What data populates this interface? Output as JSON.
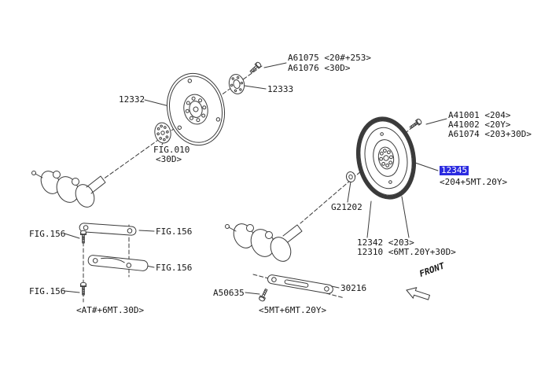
{
  "colors": {
    "line": "#3a3a3a",
    "text": "#161616",
    "highlight_bg": "#2b2be0",
    "highlight_text": "#ffffff"
  },
  "labels": {
    "a61075": "A61075 <20#+253>",
    "a61076": "A61076 <30D>",
    "part_12333": "12333",
    "part_12332": "12332",
    "fig010": "FIG.010",
    "fig010_variant": "<30D>",
    "a41001": "A41001 <204>",
    "a41002": "A41002 <20Y>",
    "a61074": "A61074 <203+30D>",
    "part_12345": "12345",
    "part_12345_variant": "<204+5MT.20Y>",
    "g21202": "G21202",
    "part_12342": "12342 <203>",
    "part_12310": "12310 <6MT.20Y+30D>",
    "fig156_top_left": "FIG.156",
    "fig156_top_right": "FIG.156",
    "fig156_mid_right": "FIG.156",
    "fig156_bottom_left": "FIG.156",
    "caption_left_group": "<AT#+6MT.30D>",
    "a50635": "A50635",
    "part_30216": "30216",
    "caption_right_group": "<5MT+6MT.20Y>",
    "front": "FRONT"
  }
}
